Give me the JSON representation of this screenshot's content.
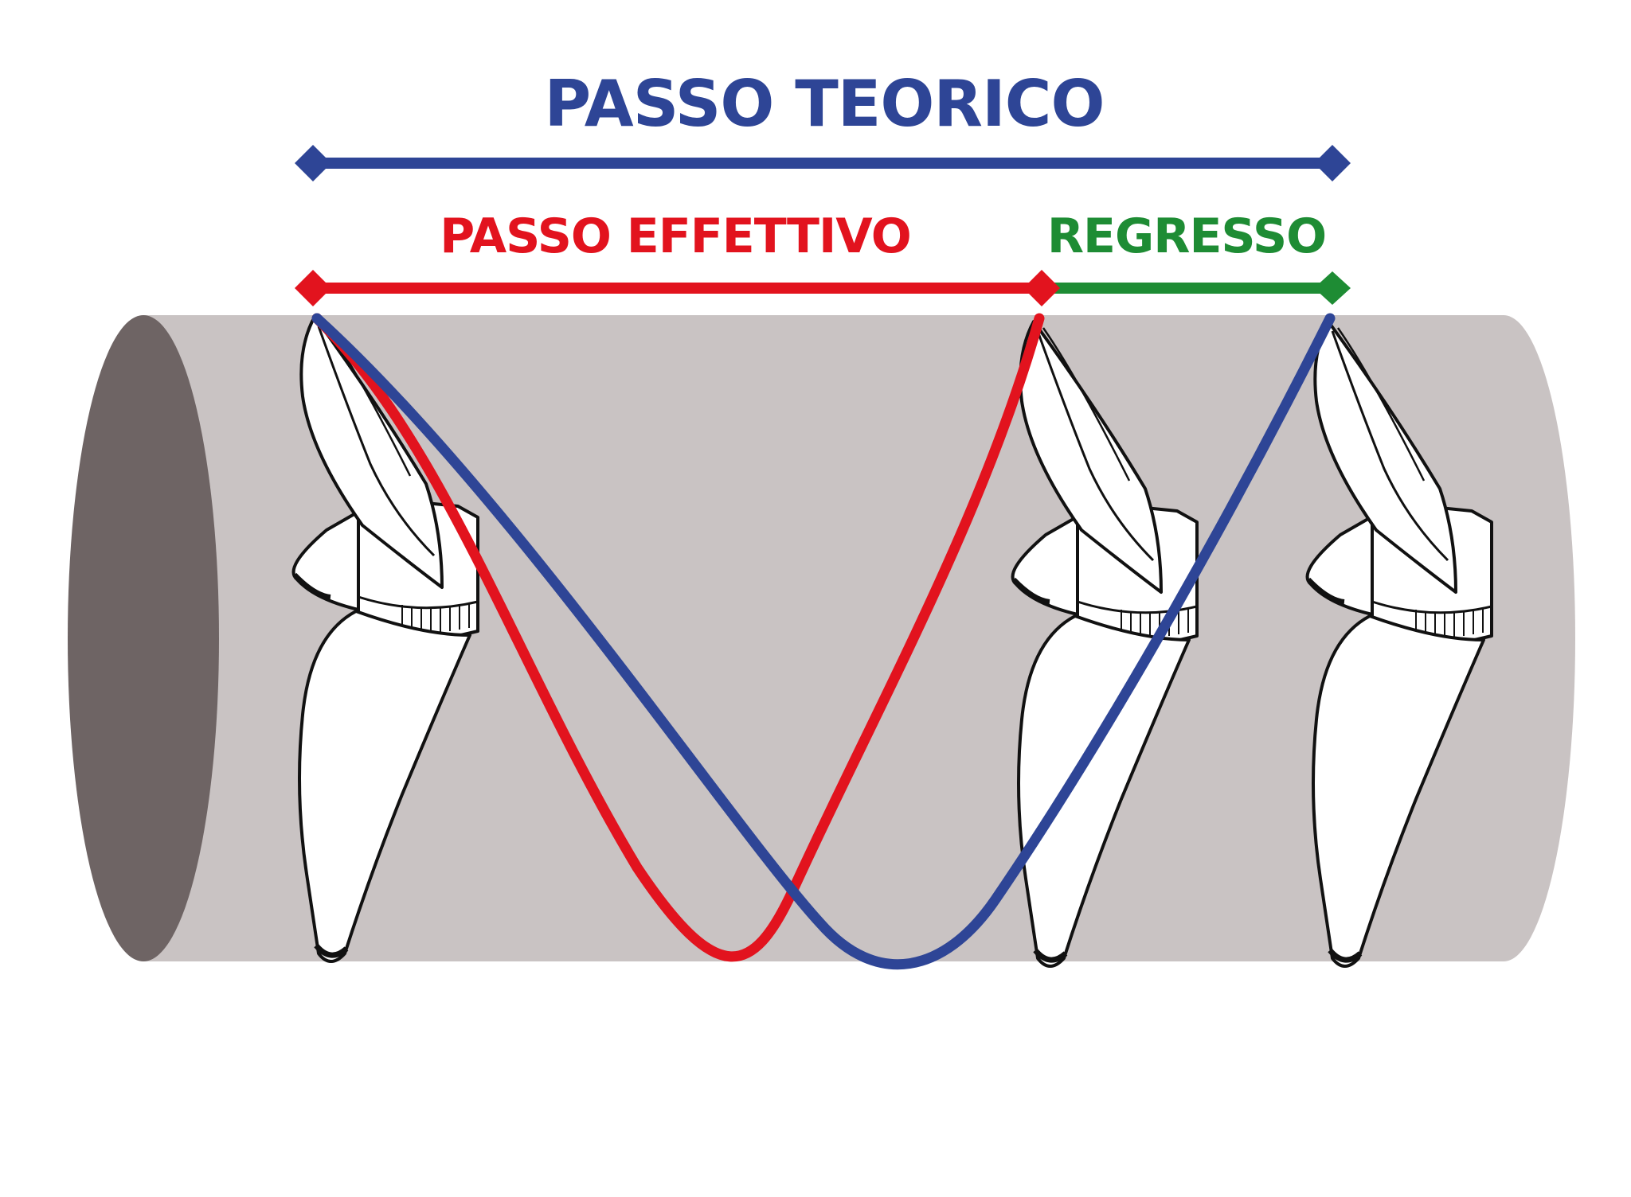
{
  "labels": {
    "theoretical_pitch": "PASSO TEORICO",
    "effective_pitch": "PASSO EFFETTIVO",
    "slip": "REGRESSO"
  },
  "colors": {
    "theoretical": "#2E4596",
    "effective": "#E2131E",
    "slip": "#1E8C34",
    "cylinder_body": "#C9C3C3",
    "cylinder_end": "#6E6464",
    "blade_fill": "#FFFFFF",
    "blade_outline": "#111111"
  },
  "icons": [
    "propeller-icon",
    "propeller-icon",
    "propeller-icon"
  ]
}
